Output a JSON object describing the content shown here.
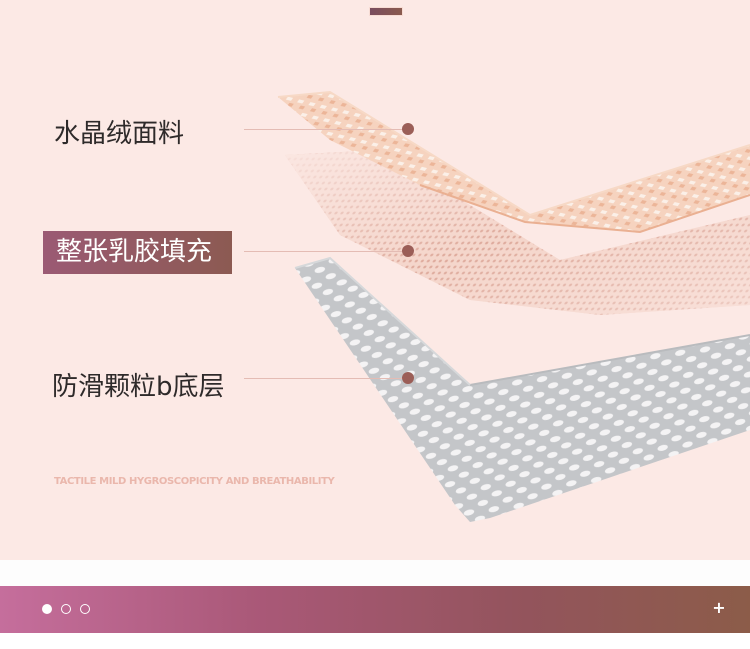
{
  "labels": {
    "top": "水晶绒面料",
    "middle": "整张乳胶填充",
    "bottom": "防滑颗粒b底层"
  },
  "tagline": "TACTILE MILD HYGROSCOPICITY AND BREATHABILITY",
  "pager": {
    "count": 3,
    "active": 0
  },
  "controls": {
    "more_label": "+"
  },
  "colors": {
    "background": "#fce9e5",
    "fabric_layer": "#f1c2a7",
    "latex_layer": "#e9b8a6",
    "base_layer": "#c9cbcd",
    "marker": "#9b5e57",
    "highlight_start": "#9b5a74",
    "highlight_end": "#8c5a52",
    "bar_start": "#c56e9c",
    "bar_end": "#8c5c49"
  }
}
